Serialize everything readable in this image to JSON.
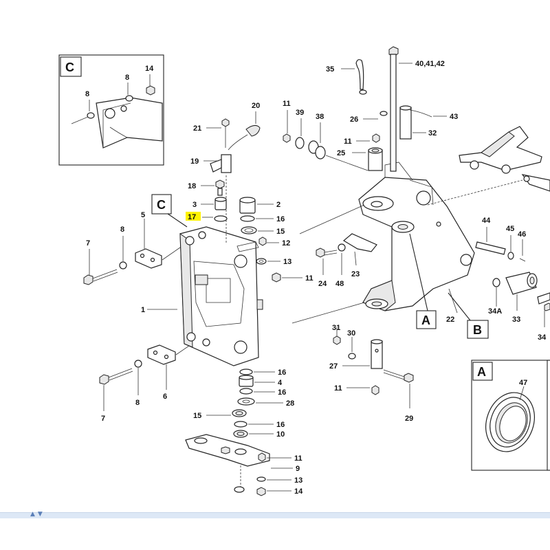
{
  "highlight": "#fff200",
  "callouts": {
    "c35": "35",
    "c4041": "40,41,42",
    "c43": "43",
    "c32": "32",
    "c26": "26",
    "c11a": "11",
    "c39": "39",
    "c38": "38",
    "c11b": "11",
    "c25": "25",
    "c20": "20",
    "c21": "21",
    "c19": "19",
    "c18": "18",
    "c3": "3",
    "c2": "2",
    "c17": "17",
    "c16a": "16",
    "c15a": "15",
    "c12": "12",
    "c13a": "13",
    "c11c": "11",
    "c5": "5",
    "c8a": "8",
    "c7a": "7",
    "c1": "1",
    "c44": "44",
    "c45": "45",
    "c46": "46",
    "c24": "24",
    "c48": "48",
    "c23": "23",
    "c22": "22",
    "c34a": "34A",
    "c33": "33",
    "c34": "34",
    "c31": "31",
    "c30": "30",
    "c27": "27",
    "c11d": "11",
    "c29": "29",
    "c16b": "16",
    "c4": "4",
    "c16c": "16",
    "c28": "28",
    "c15b": "15",
    "c16d": "16",
    "c10": "10",
    "c11e": "11",
    "c9": "9",
    "c13b": "13",
    "c14b": "14",
    "c8b": "8",
    "c7b": "7",
    "c6": "6",
    "c47": "47",
    "c8c": "8",
    "c8d": "8",
    "c14a": "14"
  },
  "views": {
    "c_inset": "C",
    "c_main": "C",
    "a_main": "A",
    "b_main": "B",
    "a_inset": "A"
  },
  "footer": {
    "arrows": "▲▼"
  }
}
